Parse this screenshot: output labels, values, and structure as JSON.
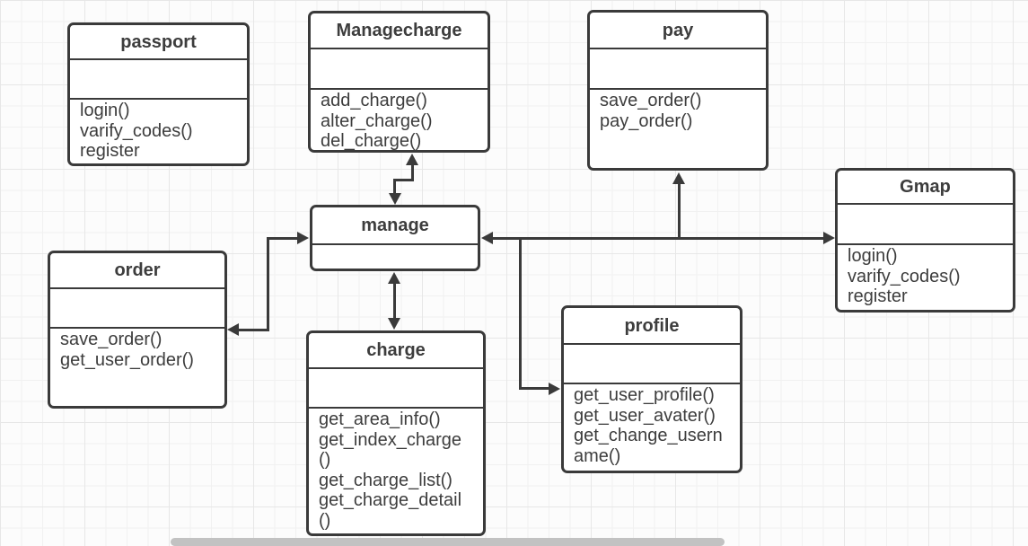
{
  "diagram": {
    "classes": [
      {
        "id": "passport",
        "title": "passport",
        "attributes": [],
        "methods": [
          "login()",
          "varify_codes()",
          "register"
        ]
      },
      {
        "id": "managecharge",
        "title": "Managecharge",
        "attributes": [],
        "methods": [
          "add_charge()",
          "alter_charge()",
          "del_charge()"
        ]
      },
      {
        "id": "pay",
        "title": "pay",
        "attributes": [],
        "methods": [
          "save_order()",
          "pay_order()"
        ]
      },
      {
        "id": "gmap",
        "title": "Gmap",
        "attributes": [],
        "methods": [
          "login()",
          "varify_codes()",
          "register"
        ]
      },
      {
        "id": "order",
        "title": "order",
        "attributes": [],
        "methods": [
          "save_order()",
          "get_user_order()"
        ]
      },
      {
        "id": "manage",
        "title": "manage",
        "attributes": [],
        "methods": []
      },
      {
        "id": "charge",
        "title": "charge",
        "attributes": [],
        "methods": [
          "get_area_info()",
          "get_index_charge()",
          "get_charge_list()",
          "get_charge_detail()"
        ]
      },
      {
        "id": "profile",
        "title": "profile",
        "attributes": [],
        "methods": [
          "get_user_profile()",
          "get_user_avater()",
          "get_change_username()"
        ]
      }
    ],
    "connections": [
      {
        "from": "managecharge",
        "to": "manage",
        "style": "double-arrow"
      },
      {
        "from": "manage",
        "to": "charge",
        "style": "double-arrow"
      },
      {
        "from": "manage",
        "to": "order",
        "style": "double-arrow"
      },
      {
        "from": "manage",
        "to": "gmap",
        "style": "double-arrow"
      },
      {
        "from": "manage",
        "to": "pay",
        "style": "arrow"
      },
      {
        "from": "manage",
        "to": "profile",
        "style": "arrow"
      }
    ],
    "colors": {
      "stroke": "#3a3a3a",
      "text": "#3d3d3d",
      "box_fill": "#ffffff",
      "canvas": "#fcfcfc",
      "grid_minor": "#f1f1f1",
      "grid_major": "#e7e7e7",
      "scrollbar": "#c2c2c2"
    }
  }
}
